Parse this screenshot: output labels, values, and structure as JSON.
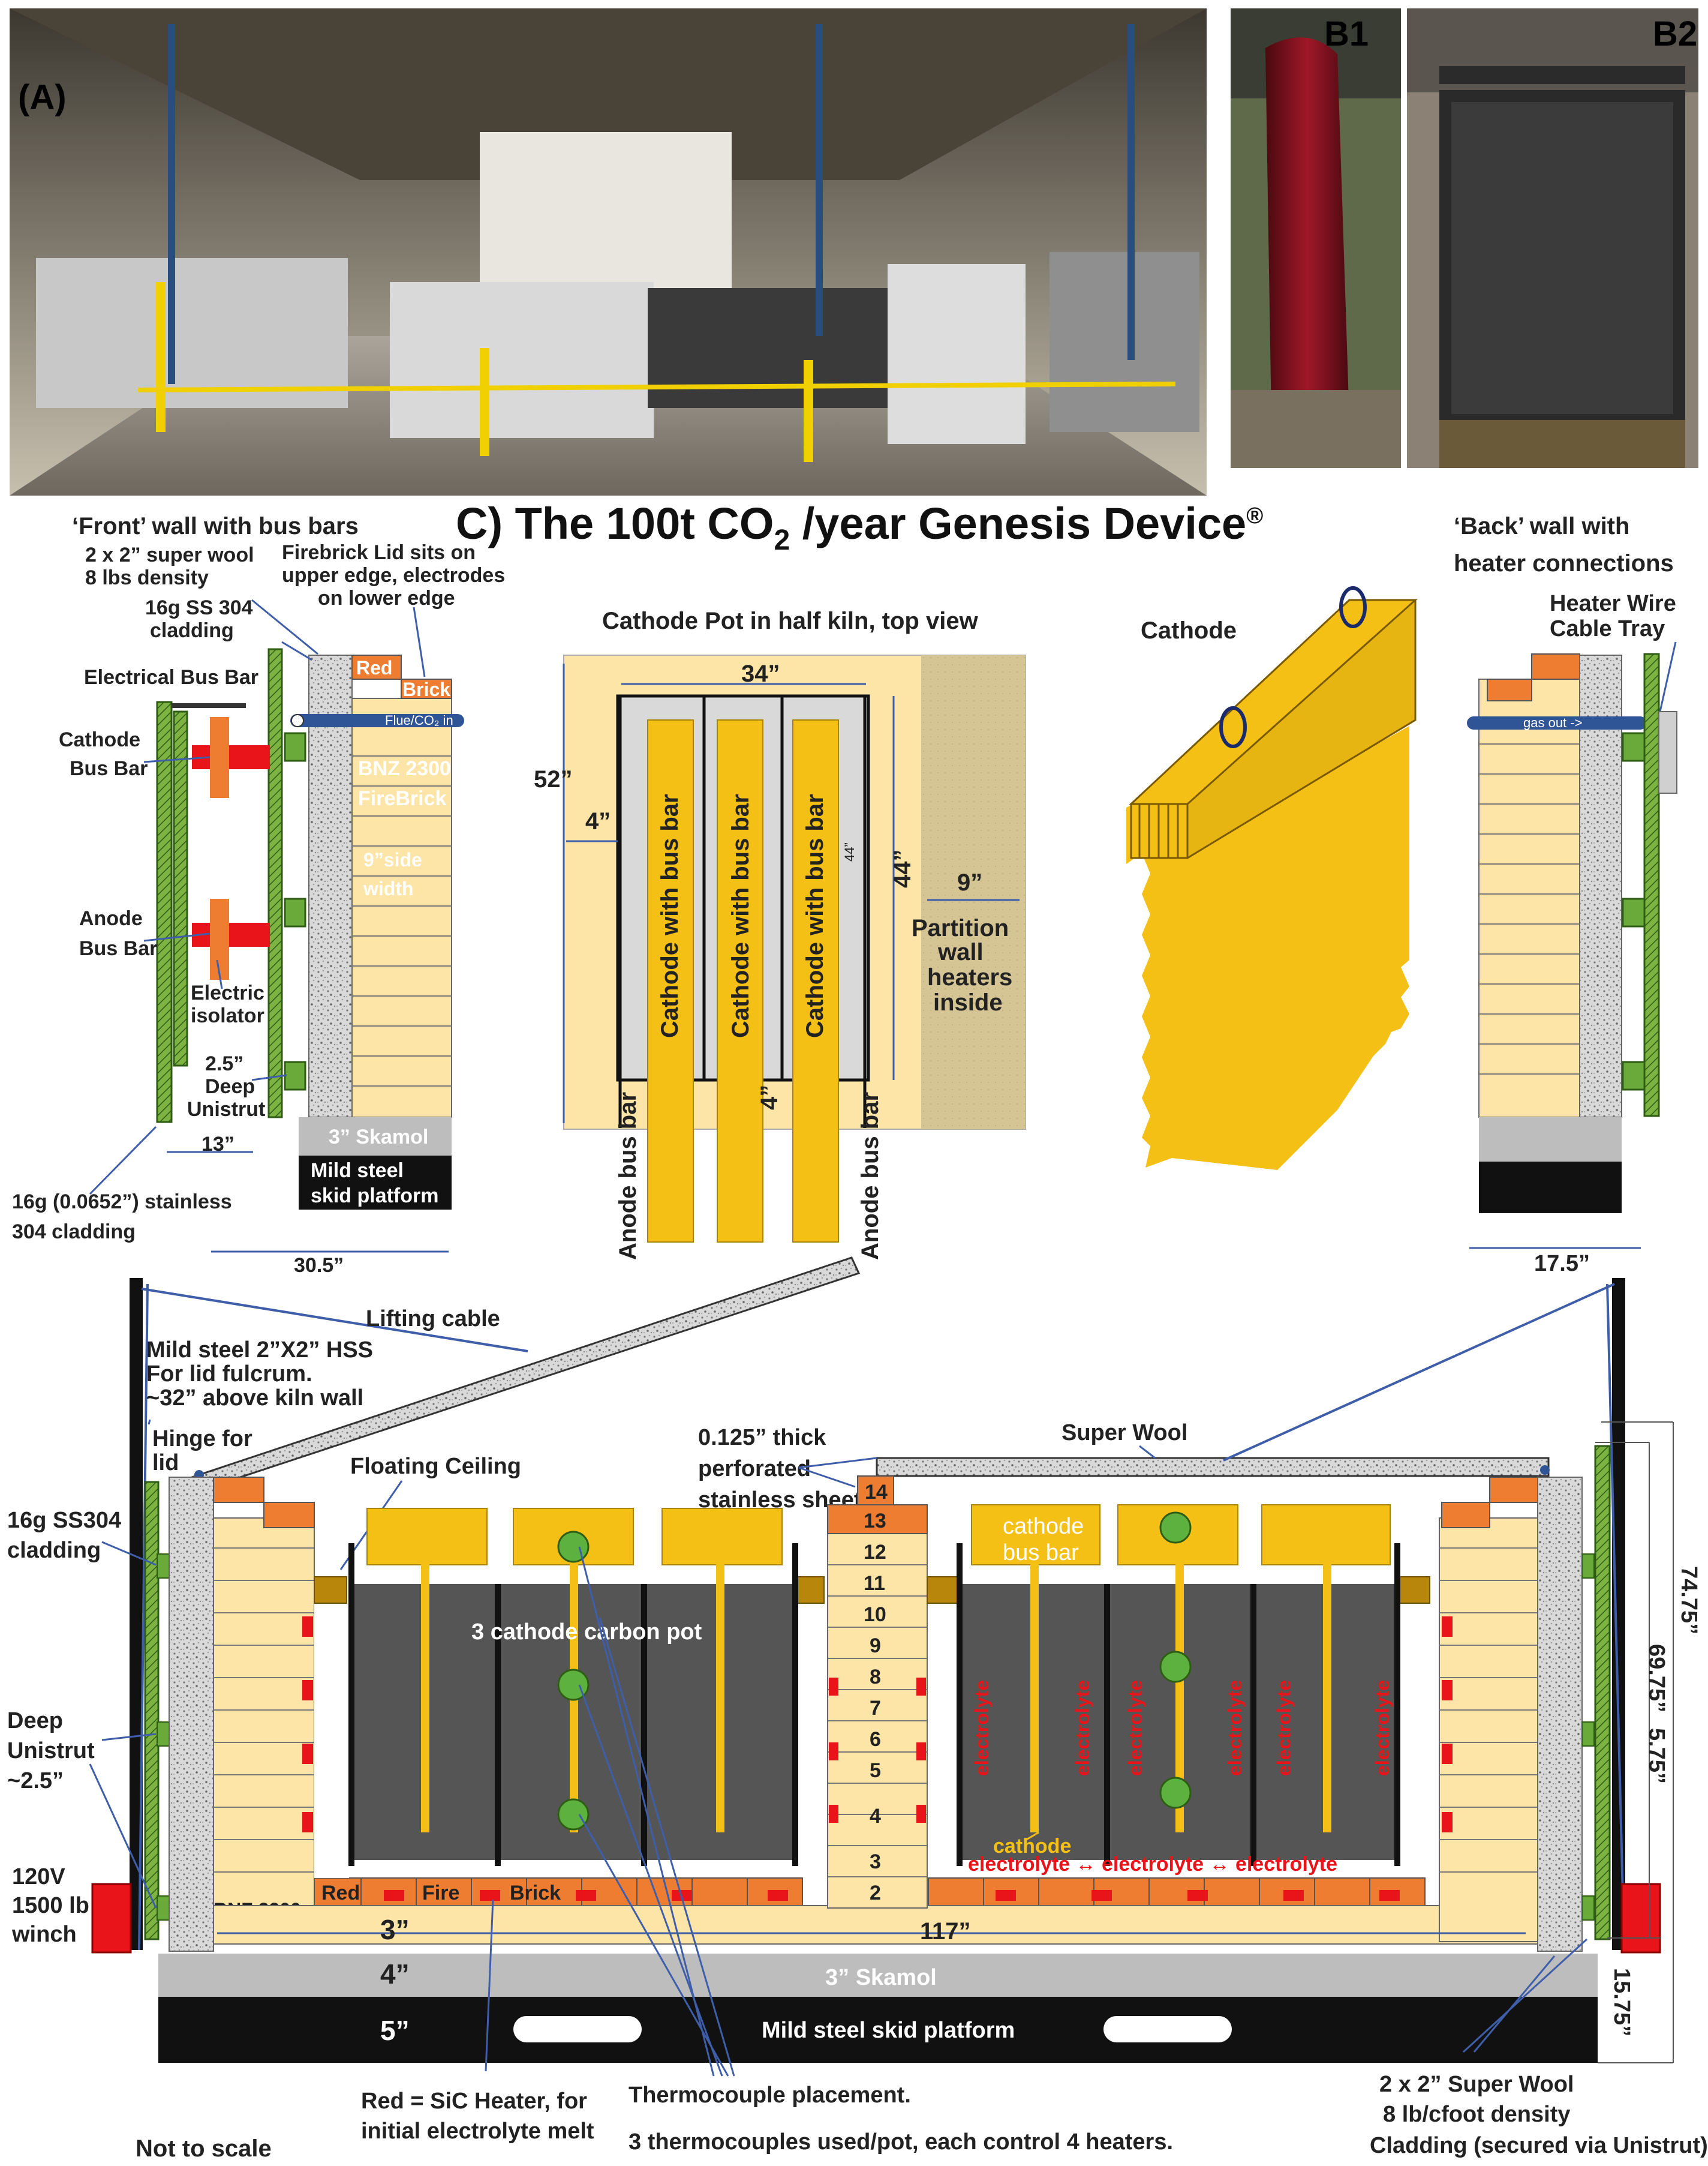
{
  "photos": {
    "panel_a_label": "(A)",
    "panel_b1_label": "B1",
    "panel_b2_label": "B2"
  },
  "title": {
    "prefix": "C) The 100t CO",
    "subscript": "2",
    "suffix": " /year Genesis Device",
    "mark": "®"
  },
  "front_wall": {
    "heading": "‘Front’ wall with bus bars",
    "super_wool_1": "2 x 2” super wool",
    "super_wool_2": "8 lbs density",
    "lid_1": "Firebrick Lid sits on",
    "lid_2": "upper edge, electrodes",
    "lid_3": "on lower edge",
    "cladding_1": "16g SS 304",
    "cladding_2": "cladding",
    "electrical_bus_bar": "Electrical Bus Bar",
    "cathode_bus_1": "Cathode",
    "cathode_bus_2": "Bus Bar",
    "anode_bus_1": "Anode",
    "anode_bus_2": "Bus Bar",
    "isolator_1": "Electric",
    "isolator_2": "isolator",
    "unistrut_1": "2.5”",
    "unistrut_2": "Deep",
    "unistrut_3": "Unistrut",
    "red": "Red",
    "brick": "Brick",
    "flue": "Flue/CO₂ in",
    "bnz": "BNZ 2300",
    "firebrick": "FireBrick",
    "side_1": "9”side",
    "side_2": "width",
    "skamol": "3” Skamol",
    "skid_1": "Mild steel",
    "skid_2": "skid platform",
    "dim_13": "13”",
    "dim_30": "30.5”",
    "stainless_1": "16g (0.0652”) stainless",
    "stainless_2": "304 cladding"
  },
  "top_view": {
    "heading": "Cathode Pot in half kiln, top view",
    "dim_34": "34”",
    "dim_52": "52”",
    "dim_4a": "4”",
    "dim_44": "44”",
    "dim_44_small": "44”",
    "dim_4b": "4”",
    "dim_9": "9”",
    "cathode_bar": "Cathode with bus bar",
    "anode_bar": "Anode bus bar",
    "partition_1": "Partition",
    "partition_2": "wall",
    "partition_3": "heaters",
    "partition_4": "inside"
  },
  "cathode_view": {
    "heading": "Cathode"
  },
  "back_wall": {
    "heading_1": "‘Back’ wall with",
    "heading_2": "heater connections",
    "tray_1": "Heater Wire",
    "tray_2": "Cable Tray",
    "gas_out": "gas out ->",
    "dim_17": "17.5”"
  },
  "cross_section": {
    "lifting_cable": "Lifting cable",
    "hss_1": "Mild steel 2”X2” HSS",
    "hss_2": "For lid fulcrum.",
    "hss_3": "~32” above kiln wall",
    "hinge_1": "Hinge for",
    "hinge_2": "lid",
    "floating_ceiling": "Floating Ceiling",
    "perf_1": "0.125” thick",
    "perf_2": "perforated",
    "perf_3": "stainless sheet",
    "super_wool": "Super Wool",
    "cladding_1": "16g SS304",
    "cladding_2": "cladding",
    "unistrut_1": "Deep",
    "unistrut_2": "Unistrut",
    "unistrut_3": "~2.5”",
    "winch_1": "120V",
    "winch_2": "1500 lb",
    "winch_3": "winch",
    "carbon_pot": "3 cathode carbon pot",
    "cathode_bus_1": "cathode",
    "cathode_bus_2": "bus bar",
    "electrolyte": "electrolyte",
    "cathode_label": "cathode",
    "electrolyte_row": "electrolyte ↔ electrolyte ↔ electrolyte",
    "brick_numbers": [
      "14",
      "13",
      "12",
      "11",
      "10",
      "9",
      "8",
      "7",
      "6",
      "5",
      "4",
      "3",
      "2"
    ],
    "bnz": "BNZ 2300",
    "red": "Red",
    "fire": "Fire",
    "brick": "Brick",
    "dim_3": "3”",
    "dim_117": "117”",
    "dim_4": "4”",
    "skamol": "3” Skamol",
    "dim_5": "5”",
    "skid": "Mild steel skid platform",
    "dim_74": "74.75”",
    "dim_69": "69.75”",
    "dim_5_75": "5.75”",
    "dim_15": "15.75”",
    "heater_1": "Red = SiC Heater, for",
    "heater_2": "initial electrolyte melt",
    "thermo_1": "Thermocouple placement.",
    "thermo_2": "3 thermocouples used/pot, each control 4 heaters.",
    "wool_1": "2 x 2” Super Wool",
    "wool_2": "8 lb/cfoot density",
    "wool_3": "Cladding (secured via Unistrut)",
    "not_to_scale": "Not to scale"
  },
  "colors": {
    "brick_yellow": "#FCE5A6",
    "cathode_gold": "#F5C016",
    "pot_gray": "#555555",
    "heater_red": "#E8141A",
    "lid_orange": "#EE7D31",
    "cladding_green": "#6AAA3A",
    "annot_blue": "#3F5EAA",
    "skamol_gray": "#BDBDBD",
    "partition_tan": "#D9C99A"
  }
}
